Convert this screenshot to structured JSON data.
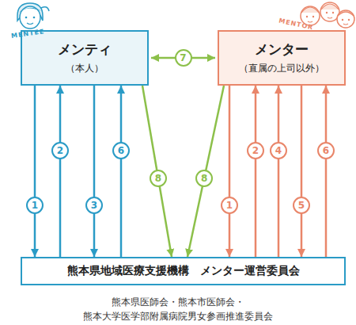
{
  "diagram": {
    "caption": "熊本県医師会・熊本市医師会・ 熊本大学医学部附属病院男女参画推進委員会",
    "nodes": [
      {
        "text": [
          "メンティ",
          "（本人）"
        ]
      },
      {
        "text": [
          "メンター",
          "（直属の上司以外）"
        ]
      },
      {
        "text": [
          "熊本県地域医療支援機構　メンター運営委員会"
        ]
      }
    ],
    "edges": [
      {
        "from": 0,
        "to": 2,
        "label": "1",
        "arrow": "to"
      },
      {
        "from": 2,
        "to": 0,
        "label": "2",
        "arrow": "to"
      },
      {
        "from": 0,
        "to": 2,
        "label": "3",
        "arrow": "to"
      },
      {
        "from": 2,
        "to": 0,
        "label": "6",
        "arrow": "to"
      },
      {
        "from": 0,
        "to": 2,
        "label": "8",
        "arrow": "to"
      },
      {
        "from": 0,
        "to": 1,
        "label": "7",
        "arrow": "both"
      },
      {
        "from": 1,
        "to": 2,
        "label": "8",
        "arrow": "to"
      },
      {
        "from": 1,
        "to": 2,
        "label": "1",
        "arrow": "to"
      },
      {
        "from": 2,
        "to": 1,
        "label": "2",
        "arrow": "to"
      },
      {
        "from": 2,
        "to": 1,
        "label": "4",
        "arrow": "to"
      },
      {
        "from": 1,
        "to": 2,
        "label": "5",
        "arrow": "to"
      },
      {
        "from": 2,
        "to": 1,
        "label": "6",
        "arrow": "to"
      }
    ],
    "labels": [
      "MENTEE",
      "MENTOR"
    ]
  }
}
